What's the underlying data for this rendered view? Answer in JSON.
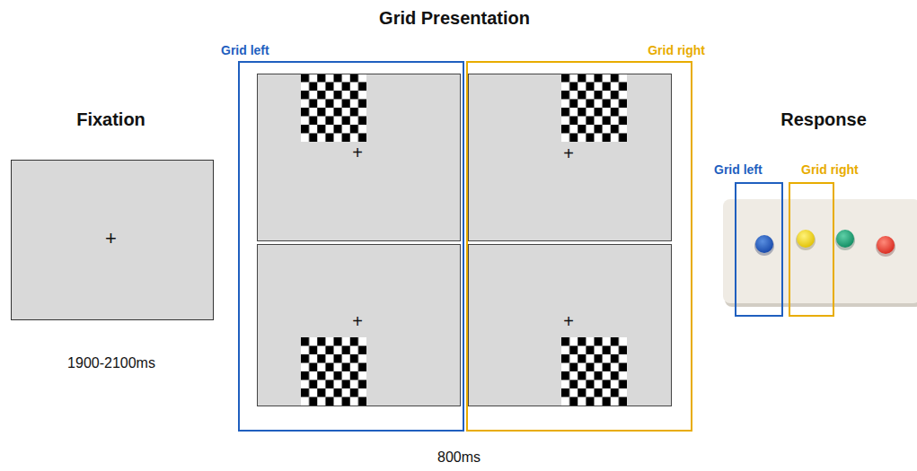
{
  "diagram": {
    "title": "Grid Presentation",
    "nodes": [
      {
        "text": [
          "Fixation",
          "+"
        ]
      },
      {
        "text": [
          "Grid left"
        ]
      },
      {
        "text": [
          "+"
        ],
        "in": 1
      },
      {
        "text": [
          "+"
        ],
        "in": 1
      },
      {
        "text": [
          "Grid right"
        ]
      },
      {
        "text": [
          "+"
        ],
        "in": 4
      },
      {
        "text": [
          "+"
        ],
        "in": 4
      },
      {
        "text": [
          "Grid left"
        ]
      },
      {
        "text": [
          "Grid right"
        ]
      }
    ],
    "labels": [
      "1900-2100ms",
      "Response",
      "800ms"
    ]
  }
}
